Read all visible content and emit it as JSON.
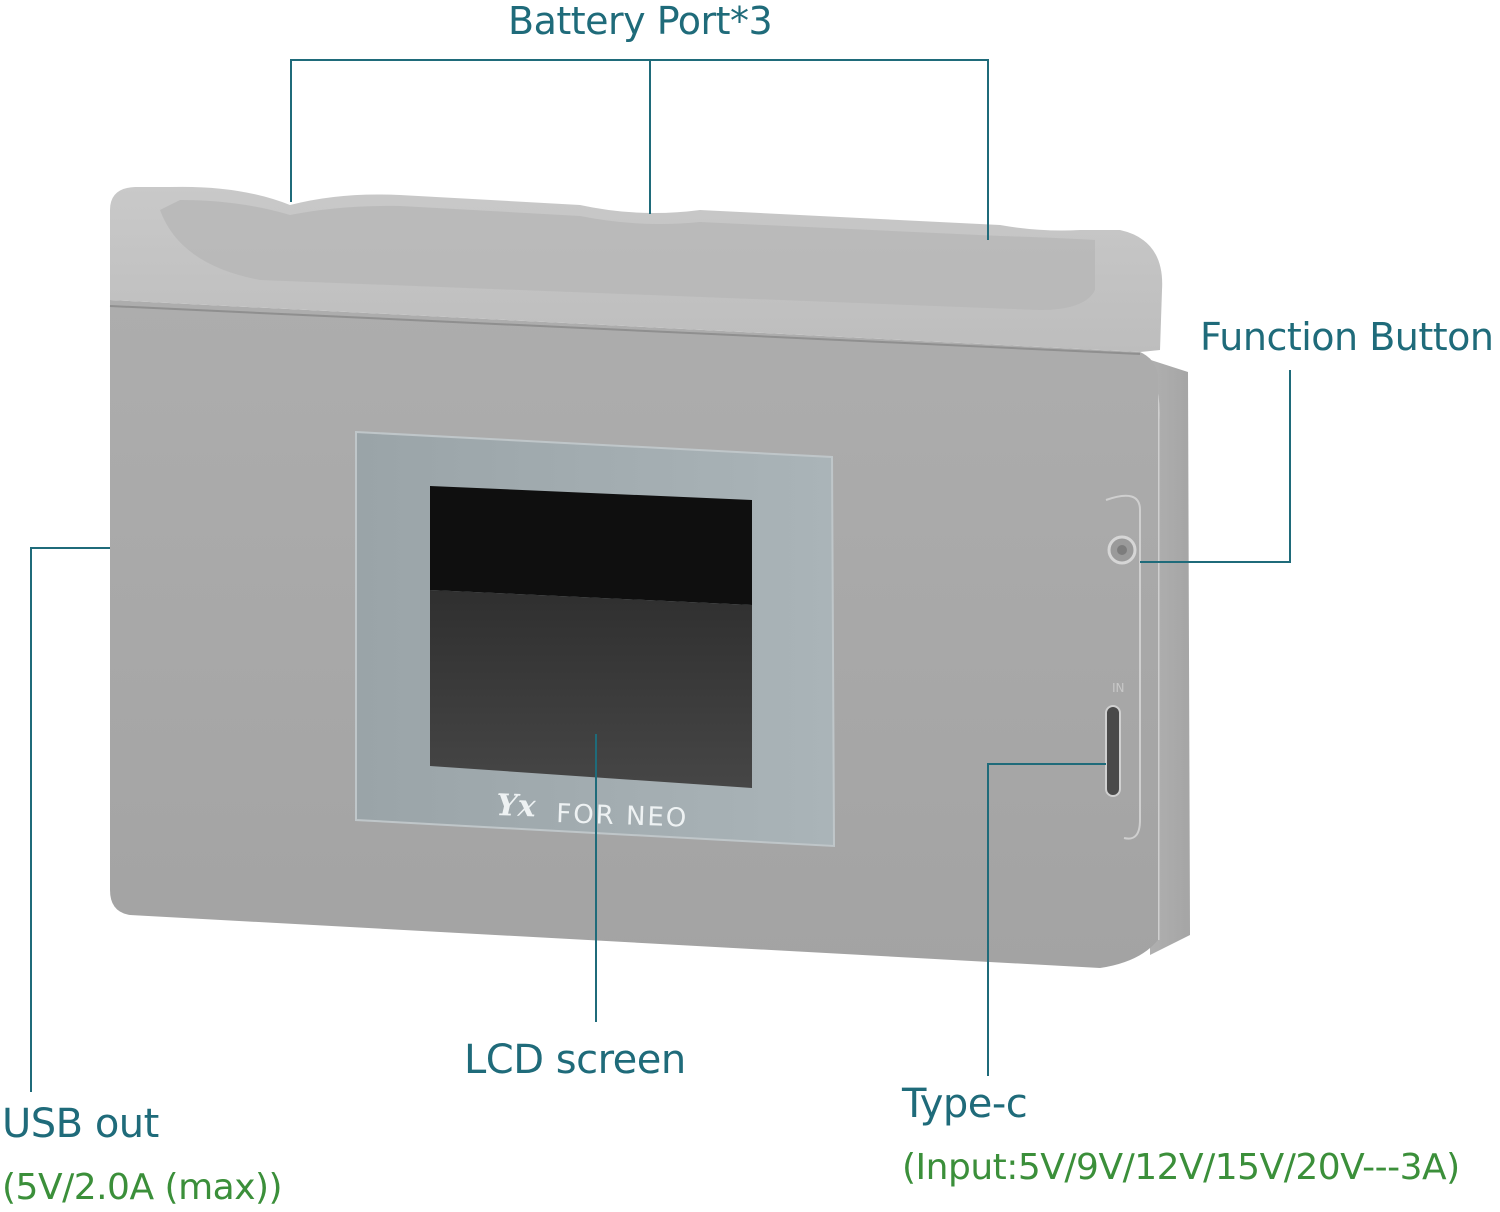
{
  "labels": {
    "battery_port": "Battery Port*3",
    "function_button": "Function Button",
    "lcd_screen": "LCD screen",
    "usb_out": "USB out",
    "usb_out_spec": "(5V/2.0A (max))",
    "type_c": "Type-c",
    "type_c_spec": "(Input:5V/9V/12V/15V/20V---3A)"
  },
  "device": {
    "brand_mark": "Yx",
    "model_text": "FOR NEO",
    "port_marking": "IN"
  },
  "colors": {
    "callout_line": "#1f6b7a",
    "label_primary": "#1f6b7a",
    "label_spec": "#3b8f3a",
    "body": "#a9a9a9",
    "top": "#c4c4c4",
    "screen": "#2e2e2e"
  }
}
